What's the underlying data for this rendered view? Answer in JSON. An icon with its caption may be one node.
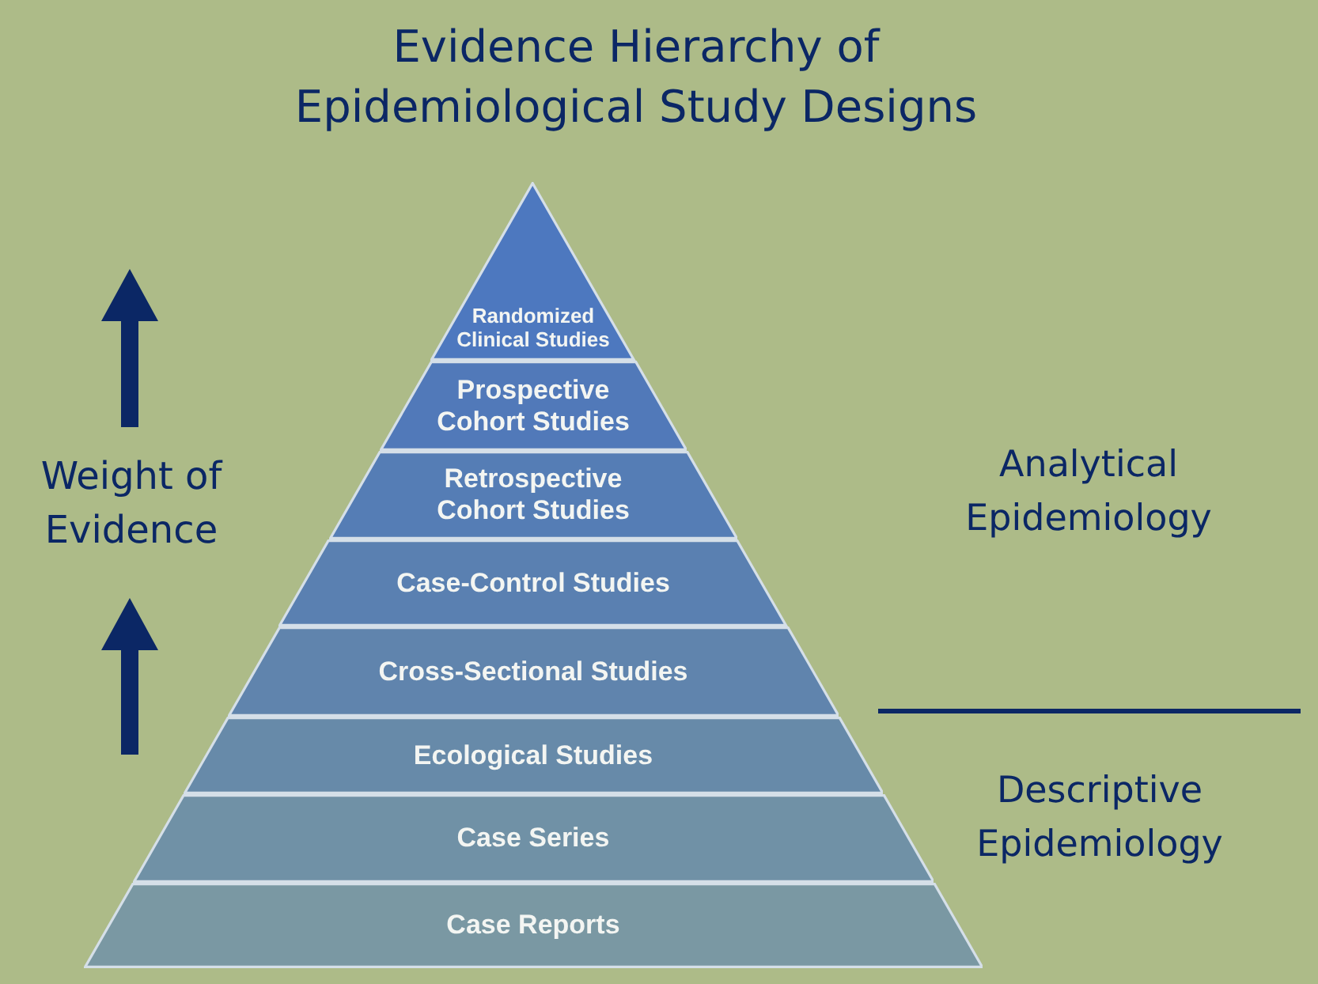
{
  "diagram": {
    "title": "Evidence Hierarchy of Epidemiological Study Designs",
    "nodes": [
      {
        "text": [
          "Randomized Clinical Studies"
        ]
      },
      {
        "text": [
          "Prospective Cohort Studies"
        ]
      },
      {
        "text": [
          "Retrospective Cohort Studies"
        ]
      },
      {
        "text": [
          "Case-Control Studies"
        ]
      },
      {
        "text": [
          "Cross-Sectional Studies"
        ]
      },
      {
        "text": [
          "Ecological Studies"
        ]
      },
      {
        "text": [
          "Case Series"
        ]
      },
      {
        "text": [
          "Case Reports"
        ]
      }
    ],
    "labels": [
      "Weight of Evidence",
      "Analytical Epidemiology",
      "Descriptive Epidemiology"
    ]
  }
}
